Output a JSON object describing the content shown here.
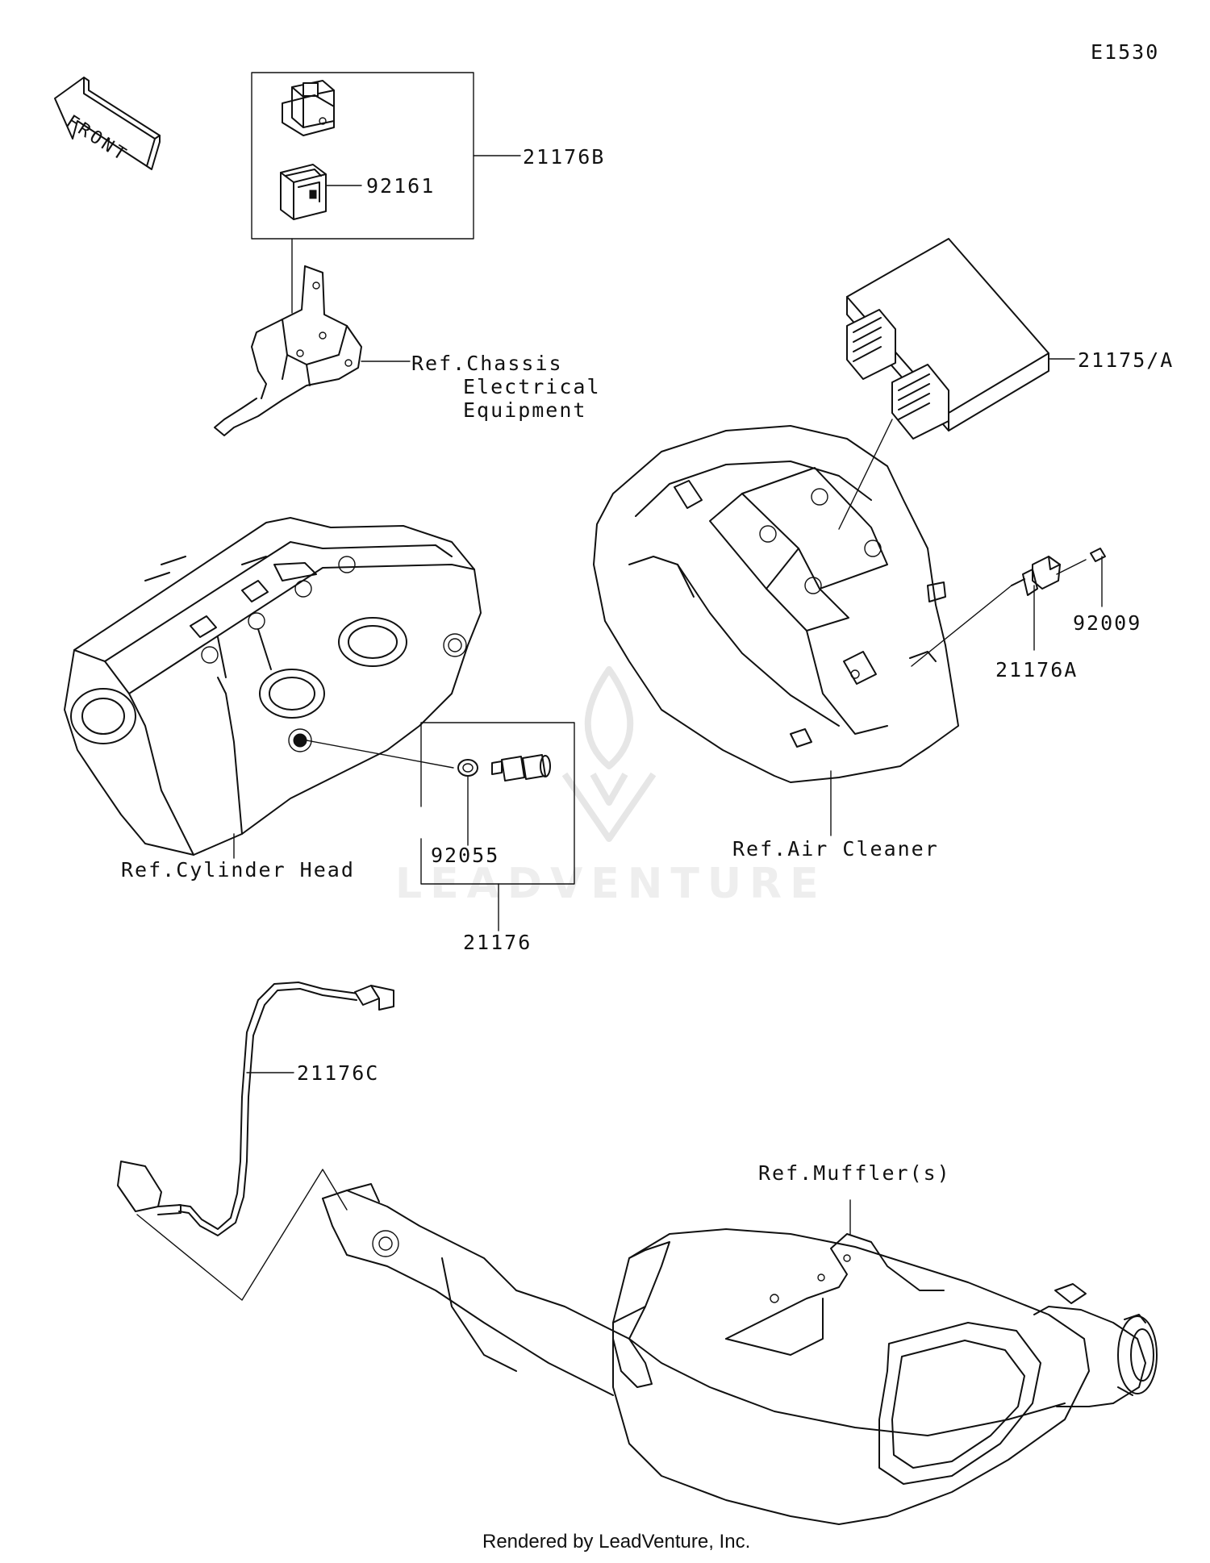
{
  "diagram_code": "E1530",
  "front_label": "FRONT",
  "parts": {
    "p21176B": "21176B",
    "p92161": "92161",
    "p21175A": "21175/A",
    "p92009": "92009",
    "p21176A": "21176A",
    "p92055": "92055",
    "p21176": "21176",
    "p21176C": "21176C"
  },
  "refs": {
    "chassis": [
      "Ref.Chassis",
      "Electrical",
      "Equipment"
    ],
    "air_cleaner": "Ref.Air Cleaner",
    "cylinder_head": "Ref.Cylinder Head",
    "mufflers": "Ref.Muffler(s)"
  },
  "watermark": "LEADVENTURE",
  "footer": "Rendered by LeadVenture, Inc."
}
